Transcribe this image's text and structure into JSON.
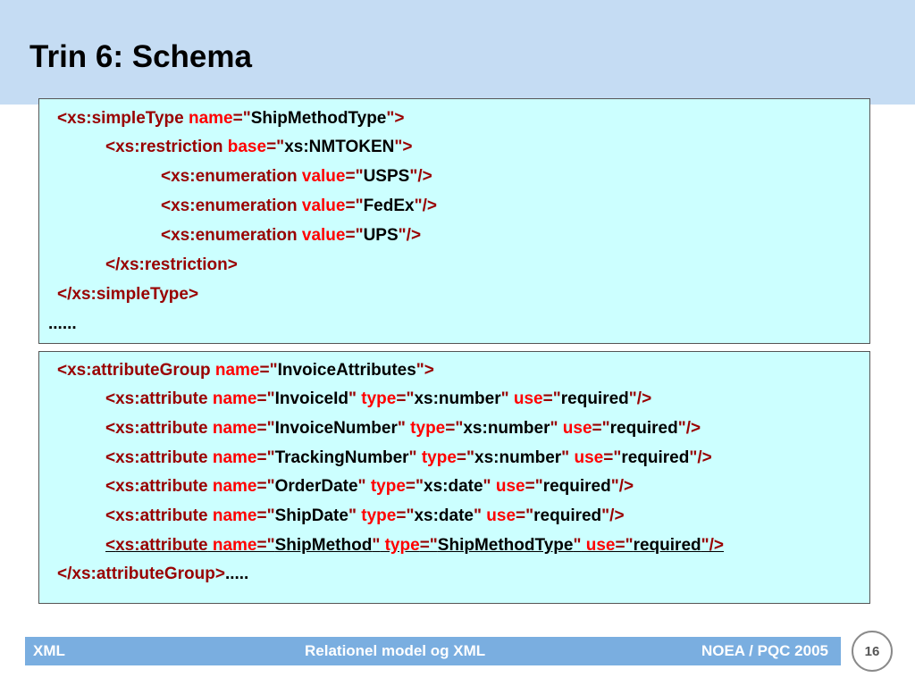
{
  "slide": {
    "title": "Trin 6: Schema"
  },
  "code_block_1": [
    [
      {
        "t": "<",
        "c": "b"
      },
      {
        "t": "xs:simpleType",
        "c": "e"
      },
      {
        "t": " name",
        "c": "a"
      },
      {
        "t": "=\"",
        "c": "b"
      },
      {
        "t": "ShipMethodType",
        "c": "v"
      },
      {
        "t": "\">",
        "c": "b"
      }
    ],
    [
      {
        "t": "<",
        "c": "b"
      },
      {
        "t": "xs:restriction",
        "c": "e"
      },
      {
        "t": " base",
        "c": "a"
      },
      {
        "t": "=\"",
        "c": "b"
      },
      {
        "t": "xs:NMTOKEN",
        "c": "v"
      },
      {
        "t": "\">",
        "c": "b"
      }
    ],
    [
      {
        "t": "<",
        "c": "b"
      },
      {
        "t": "xs:enumeration",
        "c": "e"
      },
      {
        "t": " value",
        "c": "a"
      },
      {
        "t": "=\"",
        "c": "b"
      },
      {
        "t": "USPS",
        "c": "v"
      },
      {
        "t": "\"/>",
        "c": "b"
      }
    ],
    [
      {
        "t": "<",
        "c": "b"
      },
      {
        "t": "xs:enumeration",
        "c": "e"
      },
      {
        "t": " value",
        "c": "a"
      },
      {
        "t": "=\"",
        "c": "b"
      },
      {
        "t": "FedEx",
        "c": "v"
      },
      {
        "t": "\"/>",
        "c": "b"
      }
    ],
    [
      {
        "t": "<",
        "c": "b"
      },
      {
        "t": "xs:enumeration",
        "c": "e"
      },
      {
        "t": " value",
        "c": "a"
      },
      {
        "t": "=\"",
        "c": "b"
      },
      {
        "t": "UPS",
        "c": "v"
      },
      {
        "t": "\"/>",
        "c": "b"
      }
    ],
    [
      {
        "t": "</",
        "c": "b"
      },
      {
        "t": "xs:restriction",
        "c": "e"
      },
      {
        "t": ">",
        "c": "b"
      }
    ],
    [
      {
        "t": "</",
        "c": "b"
      },
      {
        "t": "xs:simpleType",
        "c": "e"
      },
      {
        "t": ">",
        "c": "b"
      }
    ],
    [
      {
        "t": "......",
        "c": "v"
      }
    ]
  ],
  "code_block_2": [
    [
      {
        "t": "<",
        "c": "b"
      },
      {
        "t": "xs:attributeGroup",
        "c": "e"
      },
      {
        "t": " name",
        "c": "a"
      },
      {
        "t": "=\"",
        "c": "b"
      },
      {
        "t": "InvoiceAttributes",
        "c": "v"
      },
      {
        "t": "\">",
        "c": "b"
      }
    ],
    [
      {
        "t": "<",
        "c": "b"
      },
      {
        "t": "xs:attribute",
        "c": "e"
      },
      {
        "t": " name",
        "c": "a"
      },
      {
        "t": "=\"",
        "c": "b"
      },
      {
        "t": "InvoiceId",
        "c": "v"
      },
      {
        "t": "\"",
        "c": "b"
      },
      {
        "t": " type",
        "c": "a"
      },
      {
        "t": "=\"",
        "c": "b"
      },
      {
        "t": "xs:number",
        "c": "v"
      },
      {
        "t": "\"",
        "c": "b"
      },
      {
        "t": " use",
        "c": "a"
      },
      {
        "t": "=\"",
        "c": "b"
      },
      {
        "t": "required",
        "c": "v"
      },
      {
        "t": "\"/>",
        "c": "b"
      }
    ],
    [
      {
        "t": "<",
        "c": "b"
      },
      {
        "t": "xs:attribute",
        "c": "e"
      },
      {
        "t": " name",
        "c": "a"
      },
      {
        "t": "=\"",
        "c": "b"
      },
      {
        "t": "InvoiceNumber",
        "c": "v"
      },
      {
        "t": "\"",
        "c": "b"
      },
      {
        "t": " type",
        "c": "a"
      },
      {
        "t": "=\"",
        "c": "b"
      },
      {
        "t": "xs:number",
        "c": "v"
      },
      {
        "t": "\"",
        "c": "b"
      },
      {
        "t": " use",
        "c": "a"
      },
      {
        "t": "=\"",
        "c": "b"
      },
      {
        "t": "required",
        "c": "v"
      },
      {
        "t": "\"/>",
        "c": "b"
      }
    ],
    [
      {
        "t": "<",
        "c": "b"
      },
      {
        "t": "xs:attribute",
        "c": "e"
      },
      {
        "t": " name",
        "c": "a"
      },
      {
        "t": "=\"",
        "c": "b"
      },
      {
        "t": "TrackingNumber",
        "c": "v"
      },
      {
        "t": "\"",
        "c": "b"
      },
      {
        "t": " type",
        "c": "a"
      },
      {
        "t": "=\"",
        "c": "b"
      },
      {
        "t": "xs:number",
        "c": "v"
      },
      {
        "t": "\"",
        "c": "b"
      },
      {
        "t": " use",
        "c": "a"
      },
      {
        "t": "=\"",
        "c": "b"
      },
      {
        "t": "required",
        "c": "v"
      },
      {
        "t": "\"/>",
        "c": "b"
      }
    ],
    [
      {
        "t": "<",
        "c": "b"
      },
      {
        "t": "xs:attribute",
        "c": "e"
      },
      {
        "t": " name",
        "c": "a"
      },
      {
        "t": "=\"",
        "c": "b"
      },
      {
        "t": "OrderDate",
        "c": "v"
      },
      {
        "t": "\"",
        "c": "b"
      },
      {
        "t": " type",
        "c": "a"
      },
      {
        "t": "=\"",
        "c": "b"
      },
      {
        "t": "xs:date",
        "c": "v"
      },
      {
        "t": "\"",
        "c": "b"
      },
      {
        "t": " use",
        "c": "a"
      },
      {
        "t": "=\"",
        "c": "b"
      },
      {
        "t": "required",
        "c": "v"
      },
      {
        "t": "\"/>",
        "c": "b"
      }
    ],
    [
      {
        "t": "<",
        "c": "b"
      },
      {
        "t": "xs:attribute",
        "c": "e"
      },
      {
        "t": " name",
        "c": "a"
      },
      {
        "t": "=\"",
        "c": "b"
      },
      {
        "t": "ShipDate",
        "c": "v"
      },
      {
        "t": "\"",
        "c": "b"
      },
      {
        "t": " type",
        "c": "a"
      },
      {
        "t": "=\"",
        "c": "b"
      },
      {
        "t": "xs:date",
        "c": "v"
      },
      {
        "t": "\"",
        "c": "b"
      },
      {
        "t": " use",
        "c": "a"
      },
      {
        "t": "=\"",
        "c": "b"
      },
      {
        "t": "required",
        "c": "v"
      },
      {
        "t": "\"/>",
        "c": "b"
      }
    ],
    [
      {
        "t": "<",
        "c": "b"
      },
      {
        "t": "xs:attribute",
        "c": "e"
      },
      {
        "t": " name",
        "c": "a"
      },
      {
        "t": "=\"",
        "c": "b"
      },
      {
        "t": "ShipMethod",
        "c": "v"
      },
      {
        "t": "\"",
        "c": "b"
      },
      {
        "t": " type",
        "c": "a"
      },
      {
        "t": "=\"",
        "c": "b"
      },
      {
        "t": "ShipMethodType",
        "c": "v"
      },
      {
        "t": "\"",
        "c": "b"
      },
      {
        "t": " use",
        "c": "a"
      },
      {
        "t": "=\"",
        "c": "b"
      },
      {
        "t": "required",
        "c": "v"
      },
      {
        "t": "\"/>",
        "c": "b"
      }
    ],
    [
      {
        "t": "</",
        "c": "b"
      },
      {
        "t": "xs:attributeGroup",
        "c": "e"
      },
      {
        "t": ">",
        "c": "b"
      },
      {
        "t": ".....",
        "c": "v"
      }
    ]
  ],
  "footer": {
    "left": "XML",
    "center": "Relationel model og XML",
    "right": "NOEA / PQC 2005",
    "page_number": "16"
  },
  "colors": {
    "header_band": "#c5dcf3",
    "code_box": "#ccffff",
    "footer_bar": "#7aaee0",
    "tag": "#990000",
    "attribute": "#ff0000",
    "value": "#000000"
  }
}
